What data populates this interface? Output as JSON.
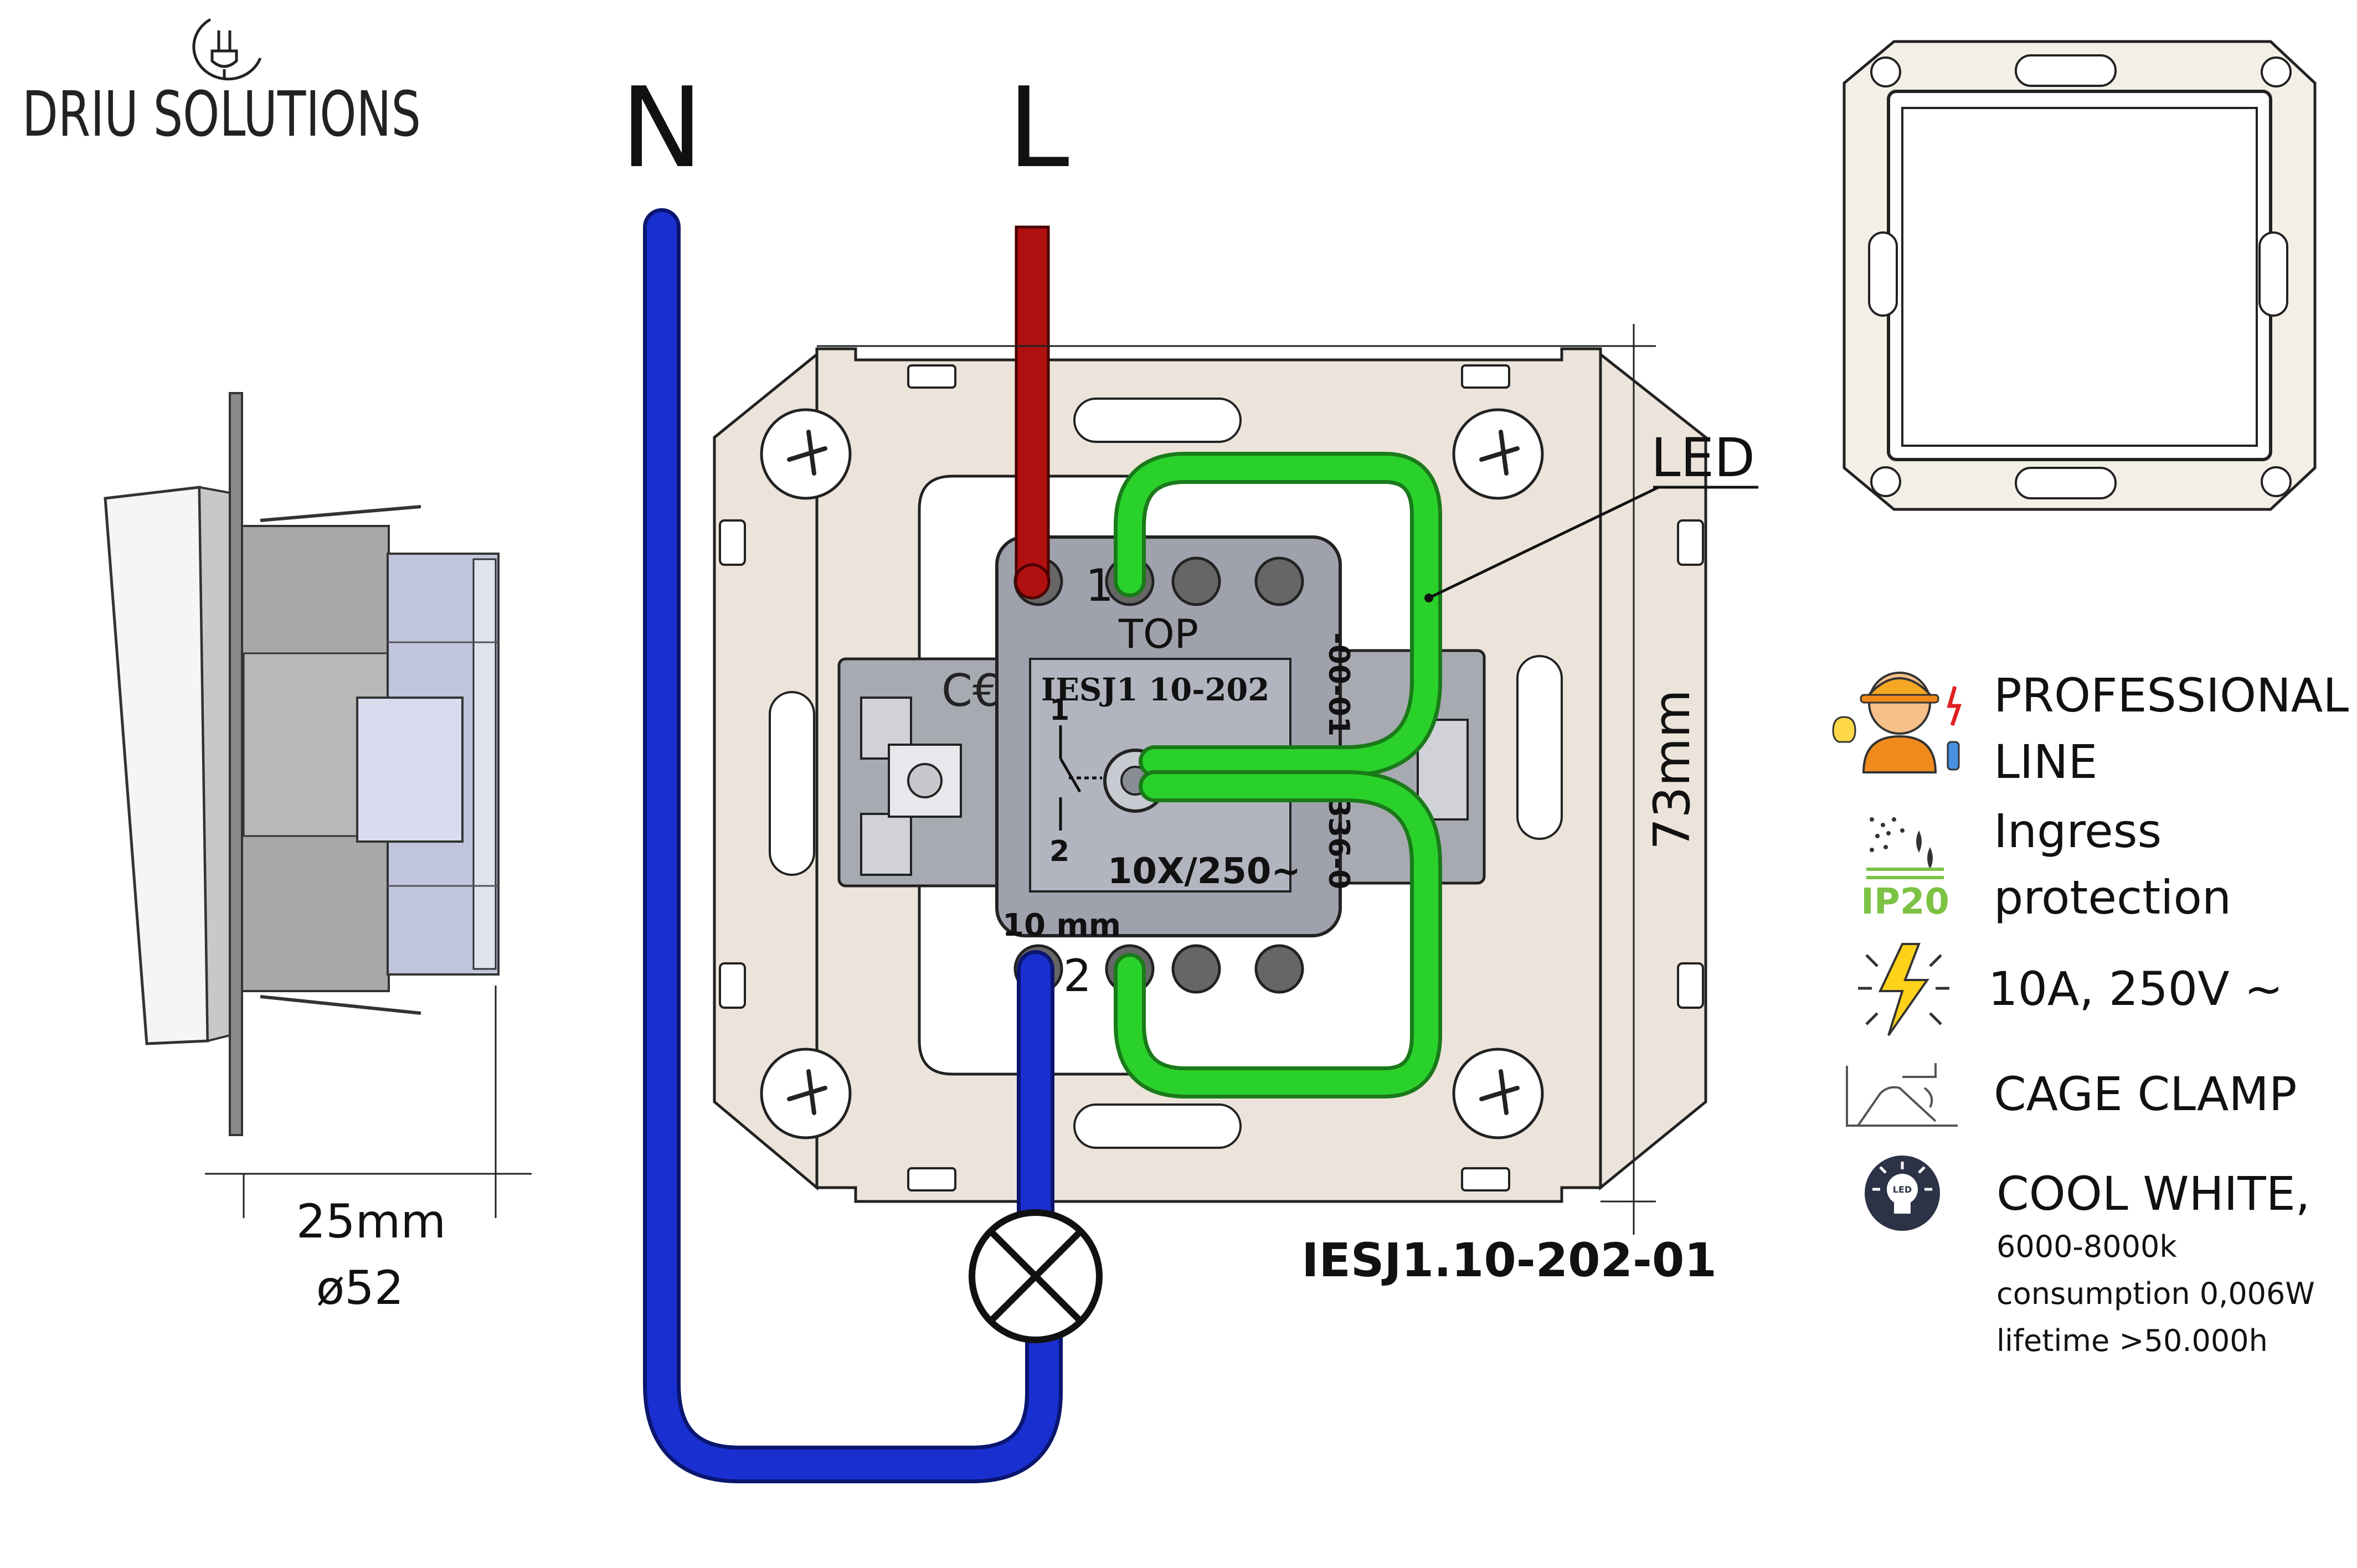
{
  "brand": {
    "name": "DRIU SOLUTIONS"
  },
  "wires": {
    "neutral": "N",
    "live": "L"
  },
  "mechanism": {
    "terminal_1": "1",
    "terminal_2": "2",
    "top_mark": "TOP",
    "model_on_body": "IESJ1 10-202",
    "rating_on_body": "10X/250~",
    "strip_length": "10 mm",
    "side_code": "336-0",
    "side_code_2": "-00-01",
    "schematic_1": "1",
    "schematic_2": "2"
  },
  "labels": {
    "led": "LED",
    "height": "73mm",
    "depth": "25mm",
    "diameter": "ø52",
    "part_number": "IESJ1.10-202-01"
  },
  "features": [
    {
      "icon": "engineer-icon",
      "lines": [
        "PROFESSIONAL",
        "LINE"
      ]
    },
    {
      "icon": "ip20-icon",
      "badge": "IP20",
      "lines": [
        "Ingress",
        "protection"
      ]
    },
    {
      "icon": "lightning-icon",
      "lines": [
        "10A, 250V ~"
      ]
    },
    {
      "icon": "cage-clamp-icon",
      "lines": [
        "CAGE CLAMP"
      ]
    },
    {
      "icon": "led-bulb-icon",
      "badge": "LED",
      "lines": [
        "COOL WHITE,"
      ],
      "details": [
        "6000-8000k",
        "consumption 0,006W",
        "lifetime >50.000h"
      ]
    }
  ],
  "colors": {
    "neutral_wire": "#1a2fd0",
    "live_wire": "#b01010",
    "led_wire": "#2bd12b",
    "frame": "#ece4da",
    "mechanism": "#a4a6b0"
  }
}
